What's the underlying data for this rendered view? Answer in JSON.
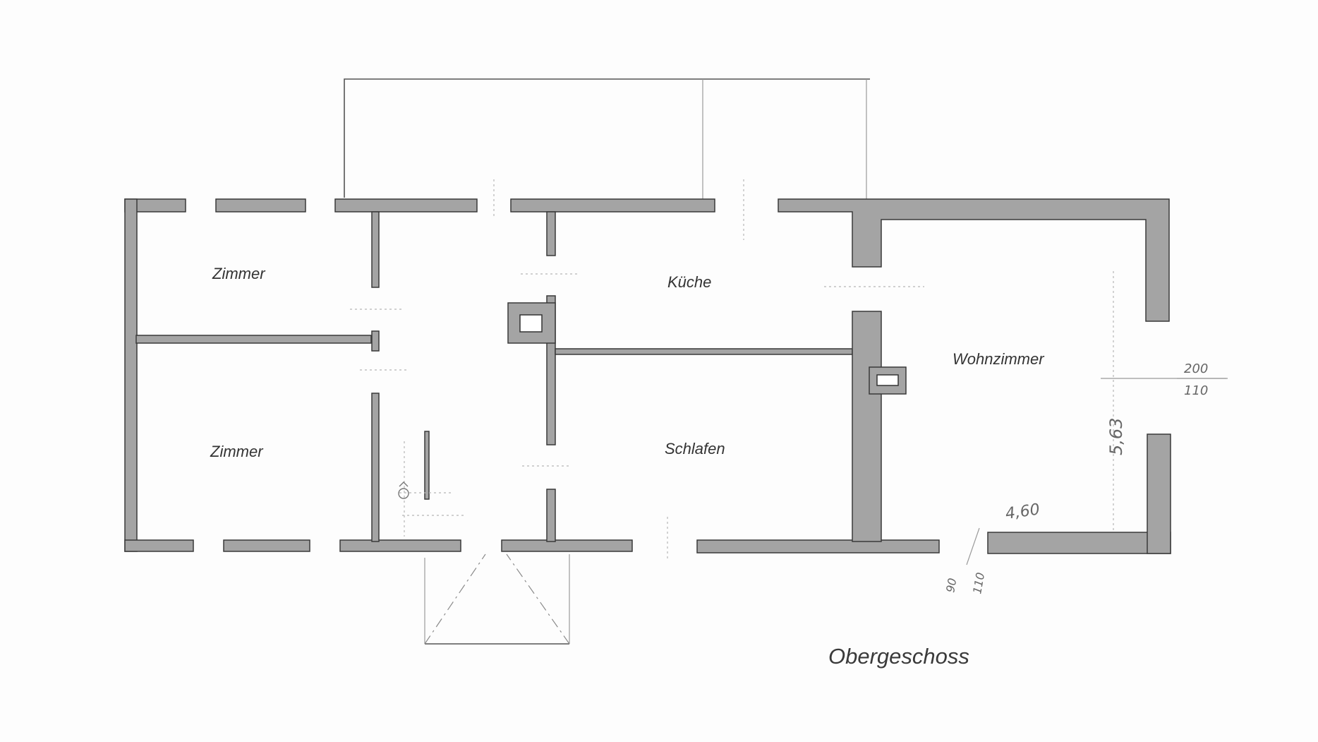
{
  "plan": {
    "title": "Obergeschoss",
    "rooms": {
      "zimmer_top": "Zimmer",
      "zimmer_bottom": "Zimmer",
      "kueche": "Küche",
      "schlafen": "Schlafen",
      "wohnzimmer": "Wohnzimmer"
    },
    "annotations": {
      "window_right_top": "200",
      "window_right_bottom": "110",
      "height": "5,63",
      "width": "4,60",
      "window_bottom_top": "90",
      "window_bottom_bottom": "110"
    }
  },
  "colors": {
    "wall_fill": "#a4a4a4",
    "wall_stroke": "#3a3a3a",
    "background": "#fdfdfd"
  }
}
